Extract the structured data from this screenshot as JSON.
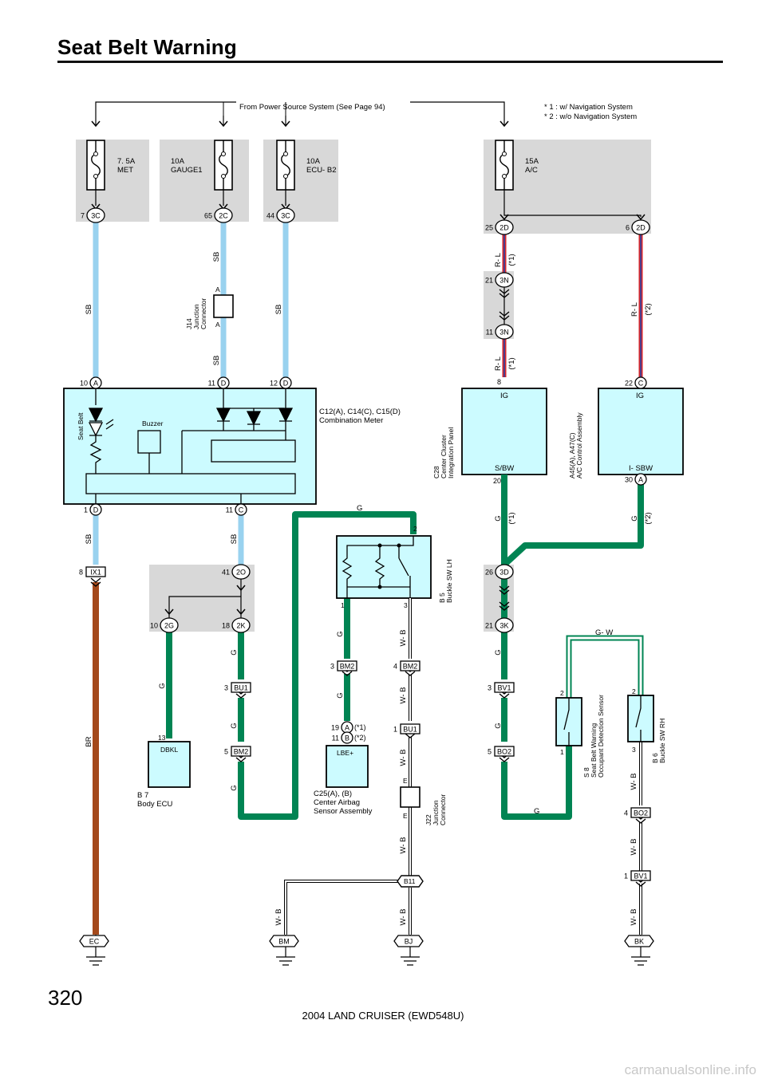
{
  "header": {
    "title": "Seat Belt Warning"
  },
  "footer": {
    "page_number": "320",
    "doc_ref": "2004 LAND CRUISER (EWD548U)",
    "watermark": "carmanualsonline.info"
  },
  "power": {
    "source_note": "From Power Source System (See Page 94)"
  },
  "notes": {
    "n1": "* 1 : w/ Navigation System",
    "n2": "* 2 : w/o Navigation System"
  },
  "fuses": {
    "met": {
      "rating": "7. 5A",
      "name": "MET"
    },
    "gauge": {
      "rating": "10A",
      "name": "GAUGE1"
    },
    "ecu": {
      "rating": "10A",
      "name": "ECU- B2"
    },
    "ac": {
      "rating": "15A",
      "name": "A/C"
    }
  },
  "pins": {
    "p7": "7",
    "c3c_a": "3C",
    "p65": "65",
    "c2c": "2C",
    "p44": "44",
    "c3c_b": "3C",
    "p25": "25",
    "c2d_a": "2D",
    "p6": "6",
    "c2d_b": "2D",
    "p21a": "21",
    "c3n_a": "3N",
    "p11a": "11",
    "c3n_b": "3N",
    "p10": "10",
    "cA": "A",
    "p11b": "11",
    "cD1": "D",
    "p12": "12",
    "cD2": "D",
    "p1": "1",
    "cD3": "D",
    "p11c": "11",
    "cC": "C",
    "p8": "8",
    "p22": "22",
    "cC2": "C",
    "p20": "20",
    "p30": "30",
    "cA2": "A",
    "p8b": "8",
    "cIX1": "IX1",
    "p41": "41",
    "c2o": "2O",
    "p10b": "10",
    "c2g": "2G",
    "p18": "18",
    "c2k": "2K",
    "p3a": "3",
    "cBU1a": "BU1",
    "p5a": "5",
    "cBM2a": "BM2",
    "p13": "13",
    "p26": "26",
    "c3d": "3D",
    "p21b": "21",
    "c3k": "3K",
    "p3b": "3",
    "cBV1a": "BV1",
    "p5b": "5",
    "cBO2a": "BO2",
    "p3c": "3",
    "cBM2b": "BM2",
    "p4a": "4",
    "cBM2c": "BM2",
    "p19": "19",
    "cAa": "A",
    "ann_a": "(*1)",
    "p11d": "11",
    "cBb": "B",
    "ann_b": "(*2)",
    "p1b": "1",
    "cBU1b": "BU1",
    "p4b": "4",
    "cBO2b": "BO2",
    "p1c": "1",
    "cBV1b": "BV1",
    "sw_b5_1": "1",
    "sw_b5_2": "2",
    "sw_b5_3": "3",
    "sw_s8_1": "1",
    "sw_s8_2": "2",
    "sw_b6_2": "2",
    "sw_b6_3": "3",
    "jA1": "A",
    "jA2": "A",
    "jE1": "E",
    "jE2": "E"
  },
  "wires": {
    "sb": "SB",
    "sb2": "SB",
    "sb3": "SB",
    "sb4": "SB",
    "sb5": "SB",
    "sb6": "SB",
    "rl1": "R- L",
    "rl1n": "(*1)",
    "rl2": "R- L",
    "rl2n": "(*1)",
    "rl3": "R- L",
    "rl3n": "(*2)",
    "g1": "G",
    "g1n": "(*1)",
    "g2": "G",
    "g2n": "(*2)",
    "g_top": "G",
    "g_2g": "G",
    "g_2k": "G",
    "g_bu1": "G",
    "g_bm2": "G",
    "g_b5a": "G",
    "g_b5b": "G",
    "g_3k": "G",
    "g_bv1": "G",
    "g_bot": "G",
    "gw": "G- W",
    "wb1": "W- B",
    "wb2": "W- B",
    "wb3": "W- B",
    "wb4": "W- B",
    "wb5": "W- B",
    "wb6": "W- B",
    "wb7": "W- B",
    "wb8": "W- B",
    "wb9": "W- B",
    "br": "BR"
  },
  "components": {
    "meter": {
      "ref": "C12(A), C14(C), C15(D)",
      "name": "Combination Meter",
      "seatbelt": "Seat Belt",
      "buzzer": "Buzzer"
    },
    "j14": {
      "ref": "J14",
      "l1": "Junction",
      "l2": "Connector"
    },
    "c28": {
      "ref": "C28",
      "l1": "Center Cluster",
      "l2": "Integration Panel",
      "ig": "IG",
      "sbw": "S/BW"
    },
    "ac_ctrl": {
      "ref": "A45(A), A47(C)",
      "name": "A/C Control Assembly",
      "ig": "IG",
      "sbw": "I- SBW"
    },
    "b5": {
      "ref": "B 5",
      "name": "Buckle SW LH"
    },
    "body_ecu": {
      "ref": "B 7",
      "name": "Body ECU",
      "term": "DBKL"
    },
    "airbag": {
      "ref": "C25(A), (B)",
      "l1": "Center Airbag",
      "l2": "Sensor Assembly",
      "term": "LBE+"
    },
    "j22": {
      "ref": "J22",
      "l1": "Junction",
      "l2": "Connector"
    },
    "s8": {
      "ref": "S 8",
      "l1": "Seat Belt Warning",
      "l2": "Occupant Detection Sensor"
    },
    "b6": {
      "ref": "B 6",
      "name": "Buckle SW RH"
    },
    "b11": "B11"
  },
  "grounds": {
    "ec": "EC",
    "bm": "BM",
    "bj": "BJ",
    "bk": "BK"
  },
  "colors": {
    "sb": "#99d2ef",
    "green": "#008453",
    "brown": "#a4491b",
    "red": "#d7262b",
    "blue": "#2646a8",
    "box": "#ccfbff",
    "shade": "#d8d8d8"
  }
}
